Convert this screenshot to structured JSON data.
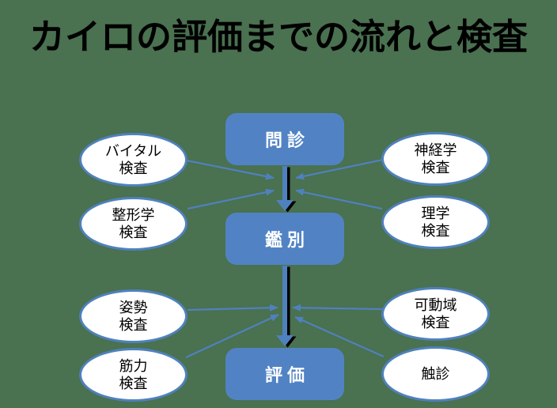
{
  "title": "カイロの評価までの流れと検査",
  "flow_nodes": [
    {
      "label": "問診"
    },
    {
      "label": "鑑別"
    },
    {
      "label": "評価"
    }
  ],
  "test_nodes": [
    {
      "line1": "バイタル",
      "line2": "検査"
    },
    {
      "line1": "神経学",
      "line2": "検査"
    },
    {
      "line1": "整形学",
      "line2": "検査"
    },
    {
      "line1": "理学",
      "line2": "検査"
    },
    {
      "line1": "姿勢",
      "line2": "検査"
    },
    {
      "line1": "可動域",
      "line2": "検査"
    },
    {
      "line1": "筋力",
      "line2": "検査"
    },
    {
      "line1": "触診"
    }
  ],
  "edges": [
    {
      "from": "問診",
      "to": "鑑別",
      "style": "thick-shadow-arrow"
    },
    {
      "from": "鑑別",
      "to": "評価",
      "style": "thick-shadow-arrow"
    },
    {
      "from": "バイタル検査",
      "to": "問診→鑑別"
    },
    {
      "from": "神経学検査",
      "to": "問診→鑑別"
    },
    {
      "from": "整形学検査",
      "to": "問診→鑑別"
    },
    {
      "from": "理学検査",
      "to": "問診→鑑別"
    },
    {
      "from": "姿勢検査",
      "to": "鑑別→評価"
    },
    {
      "from": "可動域検査",
      "to": "鑑別→評価"
    },
    {
      "from": "筋力検査",
      "to": "鑑別→評価"
    },
    {
      "from": "触診",
      "to": "鑑別→評価"
    }
  ],
  "colors": {
    "background": "#4A7150",
    "box_fill": "#5183C4",
    "box_text": "#FFFFFF",
    "ellipse_fill": "#FFFFFF",
    "ellipse_border": "#4F81BD",
    "arrow_blue": "#4F81BD",
    "arrow_shadow": "#000000",
    "title_text": "#000000"
  }
}
